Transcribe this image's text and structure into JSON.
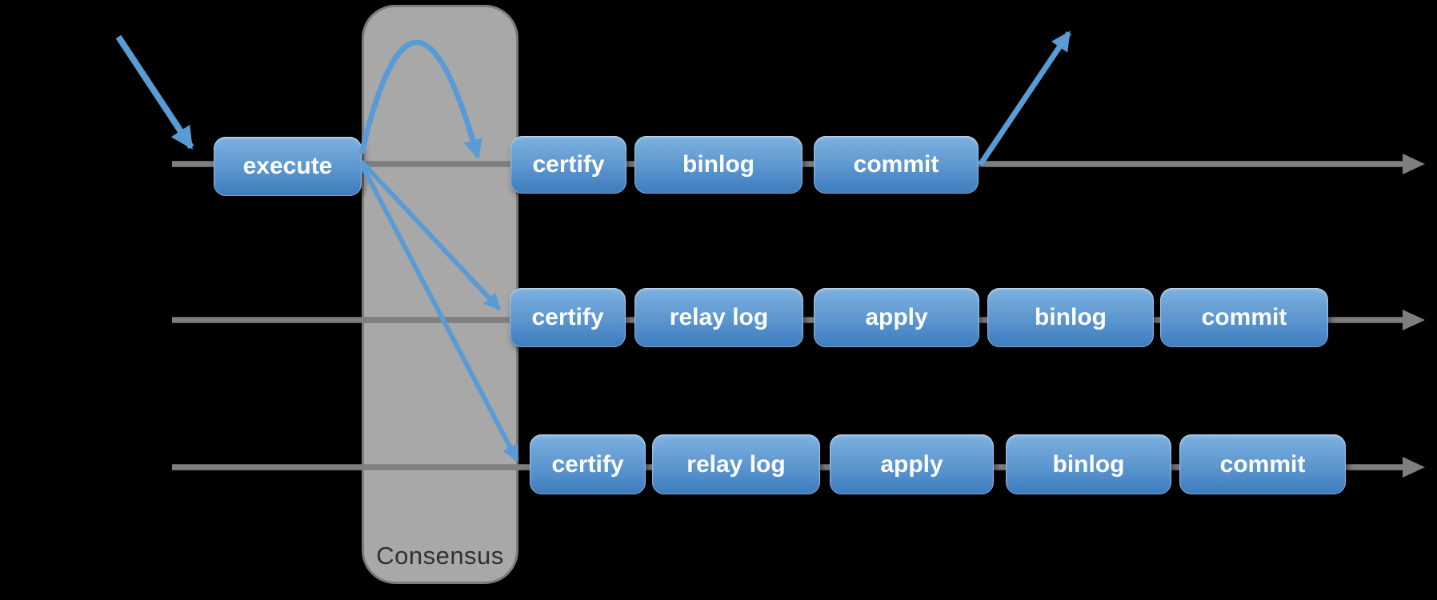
{
  "diagram": {
    "consensus_label": "Consensus",
    "lanes": [
      {
        "id": "server-row-1",
        "steps": [
          "execute",
          "certify",
          "binlog",
          "commit"
        ]
      },
      {
        "id": "server-row-2",
        "steps": [
          "certify",
          "relay log",
          "apply",
          "binlog",
          "commit"
        ]
      },
      {
        "id": "server-row-3",
        "steps": [
          "certify",
          "relay log",
          "apply",
          "binlog",
          "commit"
        ]
      }
    ],
    "edges": [
      {
        "id": "client-request-in",
        "from": "client",
        "to": "execute"
      },
      {
        "id": "consensus-to-row1-certify",
        "from": "execute",
        "to": "certify (row 1)"
      },
      {
        "id": "consensus-to-row2-certify",
        "from": "execute",
        "to": "certify (row 2)"
      },
      {
        "id": "consensus-to-row3-certify",
        "from": "execute",
        "to": "certify (row 3)"
      },
      {
        "id": "client-response-out",
        "from": "commit (row 1)",
        "to": "client"
      }
    ],
    "colors": {
      "background": "#000000",
      "arrow_blue": "#5b9bd5",
      "line_gray": "#7f7f7f",
      "box_gradient_top": "#7db1e0",
      "box_gradient_bottom": "#3e7cbc",
      "box_text": "#ffffff",
      "consensus_fill": "#a8a8a8",
      "consensus_border": "#7b7b7b",
      "consensus_text": "#303030"
    }
  }
}
